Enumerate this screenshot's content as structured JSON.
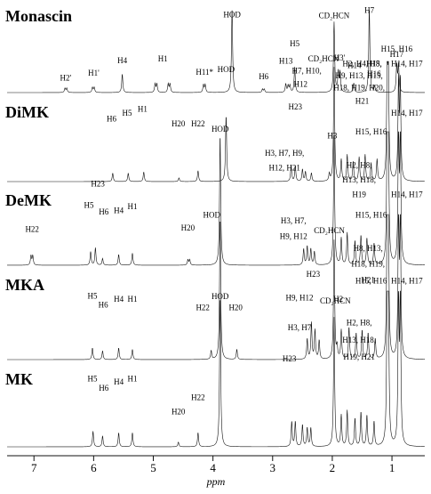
{
  "chart_data": {
    "type": "line",
    "x_label": "ppm",
    "x_ticks": [
      7,
      6,
      5,
      4,
      3,
      2,
      1
    ],
    "x_range": [
      7.45,
      0.45
    ],
    "spectra": [
      {
        "name": "Monascin",
        "peaks": [
          {
            "ppm": 6.48,
            "h": 0.05
          },
          {
            "ppm": 6.45,
            "h": 0.05
          },
          {
            "ppm": 6.02,
            "h": 0.06
          },
          {
            "ppm": 5.99,
            "h": 0.06
          },
          {
            "ppm": 5.52,
            "h": 0.22
          },
          {
            "ppm": 4.97,
            "h": 0.1
          },
          {
            "ppm": 4.94,
            "h": 0.1
          },
          {
            "ppm": 4.75,
            "h": 0.1
          },
          {
            "ppm": 4.72,
            "h": 0.1
          },
          {
            "ppm": 4.16,
            "h": 0.09
          },
          {
            "ppm": 4.13,
            "h": 0.09
          },
          {
            "ppm": 3.68,
            "h": 1.0
          },
          {
            "ppm": 3.17,
            "h": 0.04
          },
          {
            "ppm": 3.14,
            "h": 0.04
          },
          {
            "ppm": 2.78,
            "h": 0.1
          },
          {
            "ppm": 2.74,
            "h": 0.08
          },
          {
            "ppm": 2.71,
            "h": 0.08
          },
          {
            "ppm": 2.63,
            "h": 0.3
          },
          {
            "ppm": 1.97,
            "h": 0.83
          },
          {
            "ppm": 1.9,
            "h": 0.23
          },
          {
            "ppm": 1.87,
            "h": 0.23
          },
          {
            "ppm": 1.64,
            "h": 0.11
          },
          {
            "ppm": 1.38,
            "h": 1.0
          },
          {
            "ppm": 1.29,
            "h": 0.07
          },
          {
            "ppm": 0.92,
            "h": 0.32
          },
          {
            "ppm": 0.89,
            "h": 0.32
          }
        ],
        "labels": [
          {
            "text": "H2'",
            "ppm": 6.47,
            "row": 0.86
          },
          {
            "text": "H1'",
            "ppm": 6.0,
            "row": 0.8
          },
          {
            "text": "H4",
            "ppm": 5.52,
            "row": 0.65
          },
          {
            "text": "H1",
            "ppm": 4.84,
            "row": 0.63
          },
          {
            "text": "H11*",
            "ppm": 4.14,
            "row": 0.79
          },
          {
            "text": "HOD",
            "ppm": 3.68,
            "row": 0.11
          },
          {
            "text": "H6",
            "ppm": 3.15,
            "row": 0.84
          },
          {
            "text": "H13",
            "ppm": 2.78,
            "row": 0.66
          },
          {
            "text": "H5",
            "ppm": 2.63,
            "row": 0.45
          },
          {
            "text": "CD₂HCN",
            "ppm": 1.97,
            "row": 0.12
          },
          {
            "text": "H3'",
            "ppm": 1.88,
            "row": 0.62
          },
          {
            "text": "H14",
            "ppm": 1.63,
            "row": 0.71
          },
          {
            "text": "H7",
            "ppm": 1.38,
            "row": 0.06
          },
          {
            "text": "H15,",
            "ppm": 1.3,
            "row": 0.69
          },
          {
            "text": "H16",
            "ppm": 1.3,
            "row": 0.81
          },
          {
            "text": "H17",
            "ppm": 0.92,
            "row": 0.58
          }
        ]
      },
      {
        "name": "DiMK",
        "peaks": [
          {
            "ppm": 5.68,
            "h": 0.07
          },
          {
            "ppm": 5.42,
            "h": 0.07
          },
          {
            "ppm": 5.16,
            "h": 0.08
          },
          {
            "ppm": 4.57,
            "h": 0.03
          },
          {
            "ppm": 4.25,
            "h": 0.09
          },
          {
            "ppm": 3.78,
            "h": 0.55
          },
          {
            "ppm": 2.69,
            "h": 0.13
          },
          {
            "ppm": 2.62,
            "h": 0.13
          },
          {
            "ppm": 2.5,
            "h": 0.1
          },
          {
            "ppm": 2.45,
            "h": 0.08
          },
          {
            "ppm": 2.35,
            "h": 0.07
          },
          {
            "ppm": 2.05,
            "h": 0.06
          },
          {
            "ppm": 1.97,
            "h": 0.95
          },
          {
            "ppm": 1.85,
            "h": 0.18
          },
          {
            "ppm": 1.75,
            "h": 0.22
          },
          {
            "ppm": 1.65,
            "h": 0.16
          },
          {
            "ppm": 1.55,
            "h": 0.2
          },
          {
            "ppm": 1.45,
            "h": 0.22
          },
          {
            "ppm": 1.35,
            "h": 0.15
          },
          {
            "ppm": 1.25,
            "h": 0.18
          },
          {
            "ppm": 1.08,
            "h": 0.88
          },
          {
            "ppm": 1.06,
            "h": 0.88
          },
          {
            "ppm": 0.89,
            "h": 0.8
          },
          {
            "ppm": 0.86,
            "h": 0.8
          }
        ],
        "labels": [
          {
            "text": "H6",
            "ppm": 5.7,
            "row": 0.5
          },
          {
            "text": "H5",
            "ppm": 5.44,
            "row": 0.45
          },
          {
            "text": "H1",
            "ppm": 5.18,
            "row": 0.42
          },
          {
            "text": "H20",
            "ppm": 4.58,
            "row": 0.54
          },
          {
            "text": "H22",
            "ppm": 4.25,
            "row": 0.54
          },
          {
            "text": "HOD",
            "ppm": 3.78,
            "row": 0.09
          },
          {
            "text": "H23",
            "ppm": 2.62,
            "row": 0.4
          },
          {
            "text": "H12",
            "ppm": 2.53,
            "row": 0.21
          },
          {
            "text": "H7, H10,",
            "ppm": 2.43,
            "row": 0.1
          },
          {
            "text": "CD₂HCN",
            "ppm": 2.15,
            "row": 0.0
          },
          {
            "text": "H3",
            "ppm": 2.0,
            "row": 0.64
          },
          {
            "text": "H2, H4, H8,",
            "ppm": 1.5,
            "row": 0.04
          },
          {
            "text": "H9, H13, H15,",
            "ppm": 1.55,
            "row": 0.14
          },
          {
            "text": "H18, H19, H20,",
            "ppm": 1.55,
            "row": 0.24
          },
          {
            "text": "H21",
            "ppm": 1.5,
            "row": 0.35
          },
          {
            "text": "H15, H16",
            "ppm": 0.92,
            "row": -0.08
          },
          {
            "text": "H14, H17",
            "ppm": 0.75,
            "row": 0.04
          }
        ]
      },
      {
        "name": "DeMK",
        "peaks": [
          {
            "ppm": 7.05,
            "h": 0.07
          },
          {
            "ppm": 7.02,
            "h": 0.07
          },
          {
            "ppm": 6.05,
            "h": 0.1
          },
          {
            "ppm": 5.97,
            "h": 0.13
          },
          {
            "ppm": 5.85,
            "h": 0.05
          },
          {
            "ppm": 5.58,
            "h": 0.08
          },
          {
            "ppm": 5.35,
            "h": 0.09
          },
          {
            "ppm": 4.42,
            "h": 0.04
          },
          {
            "ppm": 4.39,
            "h": 0.04
          },
          {
            "ppm": 3.88,
            "h": 0.98
          },
          {
            "ppm": 2.48,
            "h": 0.12
          },
          {
            "ppm": 2.42,
            "h": 0.14
          },
          {
            "ppm": 2.36,
            "h": 0.12
          },
          {
            "ppm": 2.3,
            "h": 0.1
          },
          {
            "ppm": 1.97,
            "h": 0.97
          },
          {
            "ppm": 1.85,
            "h": 0.2
          },
          {
            "ppm": 1.75,
            "h": 0.24
          },
          {
            "ppm": 1.62,
            "h": 0.18
          },
          {
            "ppm": 1.52,
            "h": 0.22
          },
          {
            "ppm": 1.42,
            "h": 0.2
          },
          {
            "ppm": 1.3,
            "h": 0.16
          },
          {
            "ppm": 1.08,
            "h": 0.95
          },
          {
            "ppm": 1.06,
            "h": 0.95
          },
          {
            "ppm": 0.89,
            "h": 0.97
          },
          {
            "ppm": 0.86,
            "h": 0.97
          }
        ],
        "labels": [
          {
            "text": "H22",
            "ppm": 7.03,
            "row": 0.75
          },
          {
            "text": "H23",
            "ppm": 5.93,
            "row": 0.41
          },
          {
            "text": "H5",
            "ppm": 6.08,
            "row": 0.57
          },
          {
            "text": "H6",
            "ppm": 5.83,
            "row": 0.62
          },
          {
            "text": "H4",
            "ppm": 5.58,
            "row": 0.61
          },
          {
            "text": "H1",
            "ppm": 5.35,
            "row": 0.58
          },
          {
            "text": "H20",
            "ppm": 4.42,
            "row": 0.74
          },
          {
            "text": "HOD",
            "ppm": 3.88,
            "row": 0.0
          },
          {
            "text": "H3, H7, H9,",
            "ppm": 2.8,
            "row": 0.18
          },
          {
            "text": "H12, H21",
            "ppm": 2.8,
            "row": 0.29
          },
          {
            "text": "H2, H8,",
            "ppm": 1.55,
            "row": 0.27
          },
          {
            "text": "H13, H18,",
            "ppm": 1.55,
            "row": 0.38
          },
          {
            "text": "H19",
            "ppm": 1.55,
            "row": 0.49
          },
          {
            "text": "H15, H16",
            "ppm": 1.35,
            "row": 0.02
          },
          {
            "text": "H14, H17",
            "ppm": 0.75,
            "row": -0.12
          }
        ]
      },
      {
        "name": "MKA",
        "peaks": [
          {
            "ppm": 6.02,
            "h": 0.08
          },
          {
            "ppm": 5.85,
            "h": 0.06
          },
          {
            "ppm": 5.58,
            "h": 0.08
          },
          {
            "ppm": 5.35,
            "h": 0.07
          },
          {
            "ppm": 4.03,
            "h": 0.06
          },
          {
            "ppm": 3.88,
            "h": 0.98
          },
          {
            "ppm": 3.6,
            "h": 0.07
          },
          {
            "ppm": 2.42,
            "h": 0.14
          },
          {
            "ppm": 2.35,
            "h": 0.25
          },
          {
            "ppm": 2.29,
            "h": 0.2
          },
          {
            "ppm": 2.22,
            "h": 0.13
          },
          {
            "ppm": 1.97,
            "h": 0.82
          },
          {
            "ppm": 1.92,
            "h": 0.08
          },
          {
            "ppm": 1.85,
            "h": 0.2
          },
          {
            "ppm": 1.72,
            "h": 0.22
          },
          {
            "ppm": 1.6,
            "h": 0.18
          },
          {
            "ppm": 1.5,
            "h": 0.2
          },
          {
            "ppm": 1.4,
            "h": 0.18
          },
          {
            "ppm": 1.28,
            "h": 0.14
          },
          {
            "ppm": 1.08,
            "h": 0.92
          },
          {
            "ppm": 1.06,
            "h": 0.92
          },
          {
            "ppm": 0.89,
            "h": 0.97
          },
          {
            "ppm": 0.86,
            "h": 0.97
          }
        ],
        "labels": [
          {
            "text": "H5",
            "ppm": 6.02,
            "row": 0.58
          },
          {
            "text": "H6",
            "ppm": 5.84,
            "row": 0.64
          },
          {
            "text": "H4",
            "ppm": 5.58,
            "row": 0.6
          },
          {
            "text": "H1",
            "ppm": 5.35,
            "row": 0.6
          },
          {
            "text": "HOD",
            "ppm": 4.02,
            "row": 0.02
          },
          {
            "text": "H22",
            "ppm": 4.17,
            "row": 0.66
          },
          {
            "text": "H20",
            "ppm": 3.62,
            "row": 0.66
          },
          {
            "text": "H3, H7,",
            "ppm": 2.65,
            "row": 0.06
          },
          {
            "text": "H9, H12",
            "ppm": 2.65,
            "row": 0.17
          },
          {
            "text": "H23",
            "ppm": 2.32,
            "row": 0.43
          },
          {
            "text": "CD₂HCN",
            "ppm": 2.05,
            "row": 0.13
          },
          {
            "text": "H2",
            "ppm": 1.9,
            "row": 0.6
          },
          {
            "text": "H15, H16",
            "ppm": 1.35,
            "row": 0.02
          },
          {
            "text": "H8, H13,",
            "ppm": 1.4,
            "row": 0.25
          },
          {
            "text": "H18, H19,",
            "ppm": 1.4,
            "row": 0.36
          },
          {
            "text": "H21",
            "ppm": 1.4,
            "row": 0.47
          },
          {
            "text": "H14, H17",
            "ppm": 0.75,
            "row": -0.12
          }
        ]
      },
      {
        "name": "MK",
        "peaks": [
          {
            "ppm": 6.01,
            "h": 0.1
          },
          {
            "ppm": 5.85,
            "h": 0.07
          },
          {
            "ppm": 5.58,
            "h": 0.09
          },
          {
            "ppm": 5.35,
            "h": 0.09
          },
          {
            "ppm": 4.58,
            "h": 0.03
          },
          {
            "ppm": 4.25,
            "h": 0.09
          },
          {
            "ppm": 3.88,
            "h": 0.97
          },
          {
            "ppm": 2.68,
            "h": 0.16
          },
          {
            "ppm": 2.62,
            "h": 0.16
          },
          {
            "ppm": 2.5,
            "h": 0.14
          },
          {
            "ppm": 2.42,
            "h": 0.12
          },
          {
            "ppm": 2.36,
            "h": 0.12
          },
          {
            "ppm": 1.97,
            "h": 0.83
          },
          {
            "ppm": 1.85,
            "h": 0.2
          },
          {
            "ppm": 1.75,
            "h": 0.23
          },
          {
            "ppm": 1.62,
            "h": 0.18
          },
          {
            "ppm": 1.52,
            "h": 0.22
          },
          {
            "ppm": 1.42,
            "h": 0.2
          },
          {
            "ppm": 1.3,
            "h": 0.16
          },
          {
            "ppm": 1.08,
            "h": 0.95
          },
          {
            "ppm": 1.06,
            "h": 0.95
          },
          {
            "ppm": 0.89,
            "h": 0.95
          },
          {
            "ppm": 0.86,
            "h": 0.95
          }
        ],
        "labels": [
          {
            "text": "H5",
            "ppm": 6.02,
            "row": 0.58
          },
          {
            "text": "H6",
            "ppm": 5.83,
            "row": 0.64
          },
          {
            "text": "H4",
            "ppm": 5.58,
            "row": 0.6
          },
          {
            "text": "H1",
            "ppm": 5.35,
            "row": 0.58
          },
          {
            "text": "H20",
            "ppm": 4.58,
            "row": 0.79
          },
          {
            "text": "H22",
            "ppm": 4.25,
            "row": 0.7
          },
          {
            "text": "HOD",
            "ppm": 3.88,
            "row": 0.05
          },
          {
            "text": "H9, H12",
            "ppm": 2.55,
            "row": 0.06
          },
          {
            "text": "H3, H7",
            "ppm": 2.55,
            "row": 0.25
          },
          {
            "text": "H23",
            "ppm": 2.72,
            "row": 0.45
          },
          {
            "text": "CD₂HCN",
            "ppm": 1.95,
            "row": 0.08
          },
          {
            "text": "H15, H16",
            "ppm": 1.35,
            "row": -0.05
          },
          {
            "text": "H2, H8,",
            "ppm": 1.55,
            "row": 0.22
          },
          {
            "text": "H13, H18,",
            "ppm": 1.55,
            "row": 0.33
          },
          {
            "text": "H19, H21",
            "ppm": 1.55,
            "row": 0.44
          },
          {
            "text": "H14, H17",
            "ppm": 0.75,
            "row": -0.05
          }
        ]
      }
    ]
  }
}
